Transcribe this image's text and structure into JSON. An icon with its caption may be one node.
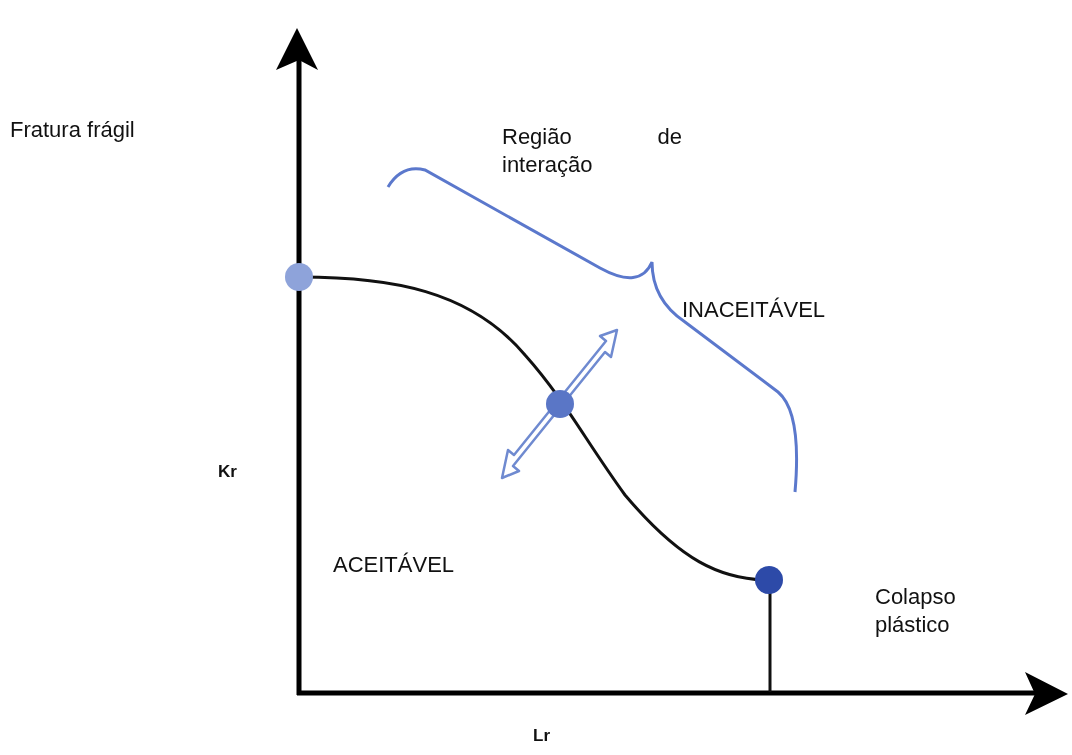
{
  "diagram": {
    "labels": [
      "Fratura frágil",
      "Região de interação",
      "INACEITÁVEL",
      "Kr",
      "ACEITÁVEL",
      "Colapso plástico",
      "Lr"
    ]
  }
}
